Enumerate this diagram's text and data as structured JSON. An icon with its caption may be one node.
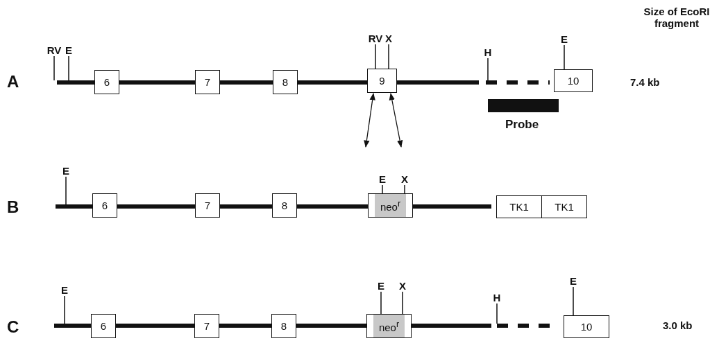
{
  "diagram": {
    "nodes": [
      {
        "text": [
          "6"
        ]
      },
      {
        "text": [
          "7"
        ]
      },
      {
        "text": [
          "8"
        ]
      },
      {
        "text": [
          "9"
        ]
      },
      {
        "text": [
          "10"
        ]
      },
      {
        "text": [],
        "shape": "bar",
        "beside": [
          "Probe"
        ]
      },
      {
        "text": [
          "RV"
        ]
      },
      {
        "text": [
          "E"
        ]
      },
      {
        "text": [
          "RV"
        ]
      },
      {
        "text": [
          "X"
        ]
      },
      {
        "text": [
          "H"
        ]
      },
      {
        "text": [
          "E"
        ]
      },
      {
        "text": [
          "6"
        ]
      },
      {
        "text": [
          "7"
        ]
      },
      {
        "text": [
          "8"
        ]
      },
      {
        "text": [
          "neo$^{r}$"
        ]
      },
      {
        "text": [
          "TK1"
        ]
      },
      {
        "text": [
          "TK1"
        ]
      },
      {
        "text": [
          "E"
        ]
      },
      {
        "text": [
          "E"
        ]
      },
      {
        "text": [
          "X"
        ]
      },
      {
        "text": [
          "6"
        ]
      },
      {
        "text": [
          "7"
        ]
      },
      {
        "text": [
          "8"
        ]
      },
      {
        "text": [
          "neo$^{r}$"
        ]
      },
      {
        "text": [
          "10"
        ]
      },
      {
        "text": [
          "E"
        ]
      },
      {
        "text": [
          "E"
        ]
      },
      {
        "text": [
          "X"
        ]
      },
      {
        "text": [
          "H"
        ]
      },
      {
        "text": [
          "E"
        ]
      }
    ],
    "edges": [
      {
        "from": 3,
        "to": null,
        "arrow": "both"
      },
      {
        "from": 3,
        "to": null,
        "arrow": "both"
      },
      {
        "from": 6,
        "to": null,
        "arrow": "none"
      },
      {
        "from": 7,
        "to": null,
        "arrow": "none"
      },
      {
        "from": 8,
        "to": 3,
        "arrow": "none"
      },
      {
        "from": 9,
        "to": 3,
        "arrow": "none"
      },
      {
        "from": 10,
        "to": null,
        "arrow": "none"
      },
      {
        "from": 11,
        "to": 4,
        "arrow": "none"
      },
      {
        "from": 18,
        "to": null,
        "arrow": "none"
      },
      {
        "from": 19,
        "to": 15,
        "arrow": "none"
      },
      {
        "from": 20,
        "to": 15,
        "arrow": "none"
      },
      {
        "from": 26,
        "to": null,
        "arrow": "none"
      },
      {
        "from": 27,
        "to": 24,
        "arrow": "none"
      },
      {
        "from": 28,
        "to": 24,
        "arrow": "none"
      },
      {
        "from": 29,
        "to": null,
        "arrow": "none"
      },
      {
        "from": 30,
        "to": 25,
        "arrow": "none"
      }
    ],
    "labels": [
      "Size of EcoRI fragment",
      "A",
      "7.4 kb",
      "B",
      "C",
      "3.0 kb"
    ]
  }
}
